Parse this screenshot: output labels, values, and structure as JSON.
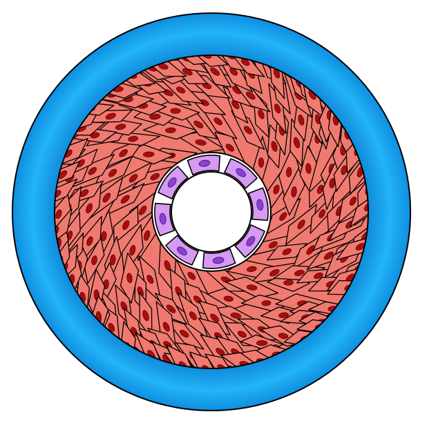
{
  "diagram": {
    "layers": [
      {
        "name": "adventitia",
        "fill": "#1aa6ee",
        "fill_edge": "#0f88d8",
        "stroke": "#000000"
      },
      {
        "name": "smooth-muscle-media",
        "fill": "#f07a70",
        "nucleus_fill": "#a80d0d",
        "stroke": "#000000"
      },
      {
        "name": "endothelium",
        "fill": "#d69af2",
        "nucleus_fill": "#8a3fd6",
        "stroke": "#000000"
      },
      {
        "name": "lumen",
        "fill": "#ffffff",
        "stroke": "#000000"
      }
    ],
    "smooth_muscle_cell_count": 190,
    "endothelial_cell_count": 8
  }
}
